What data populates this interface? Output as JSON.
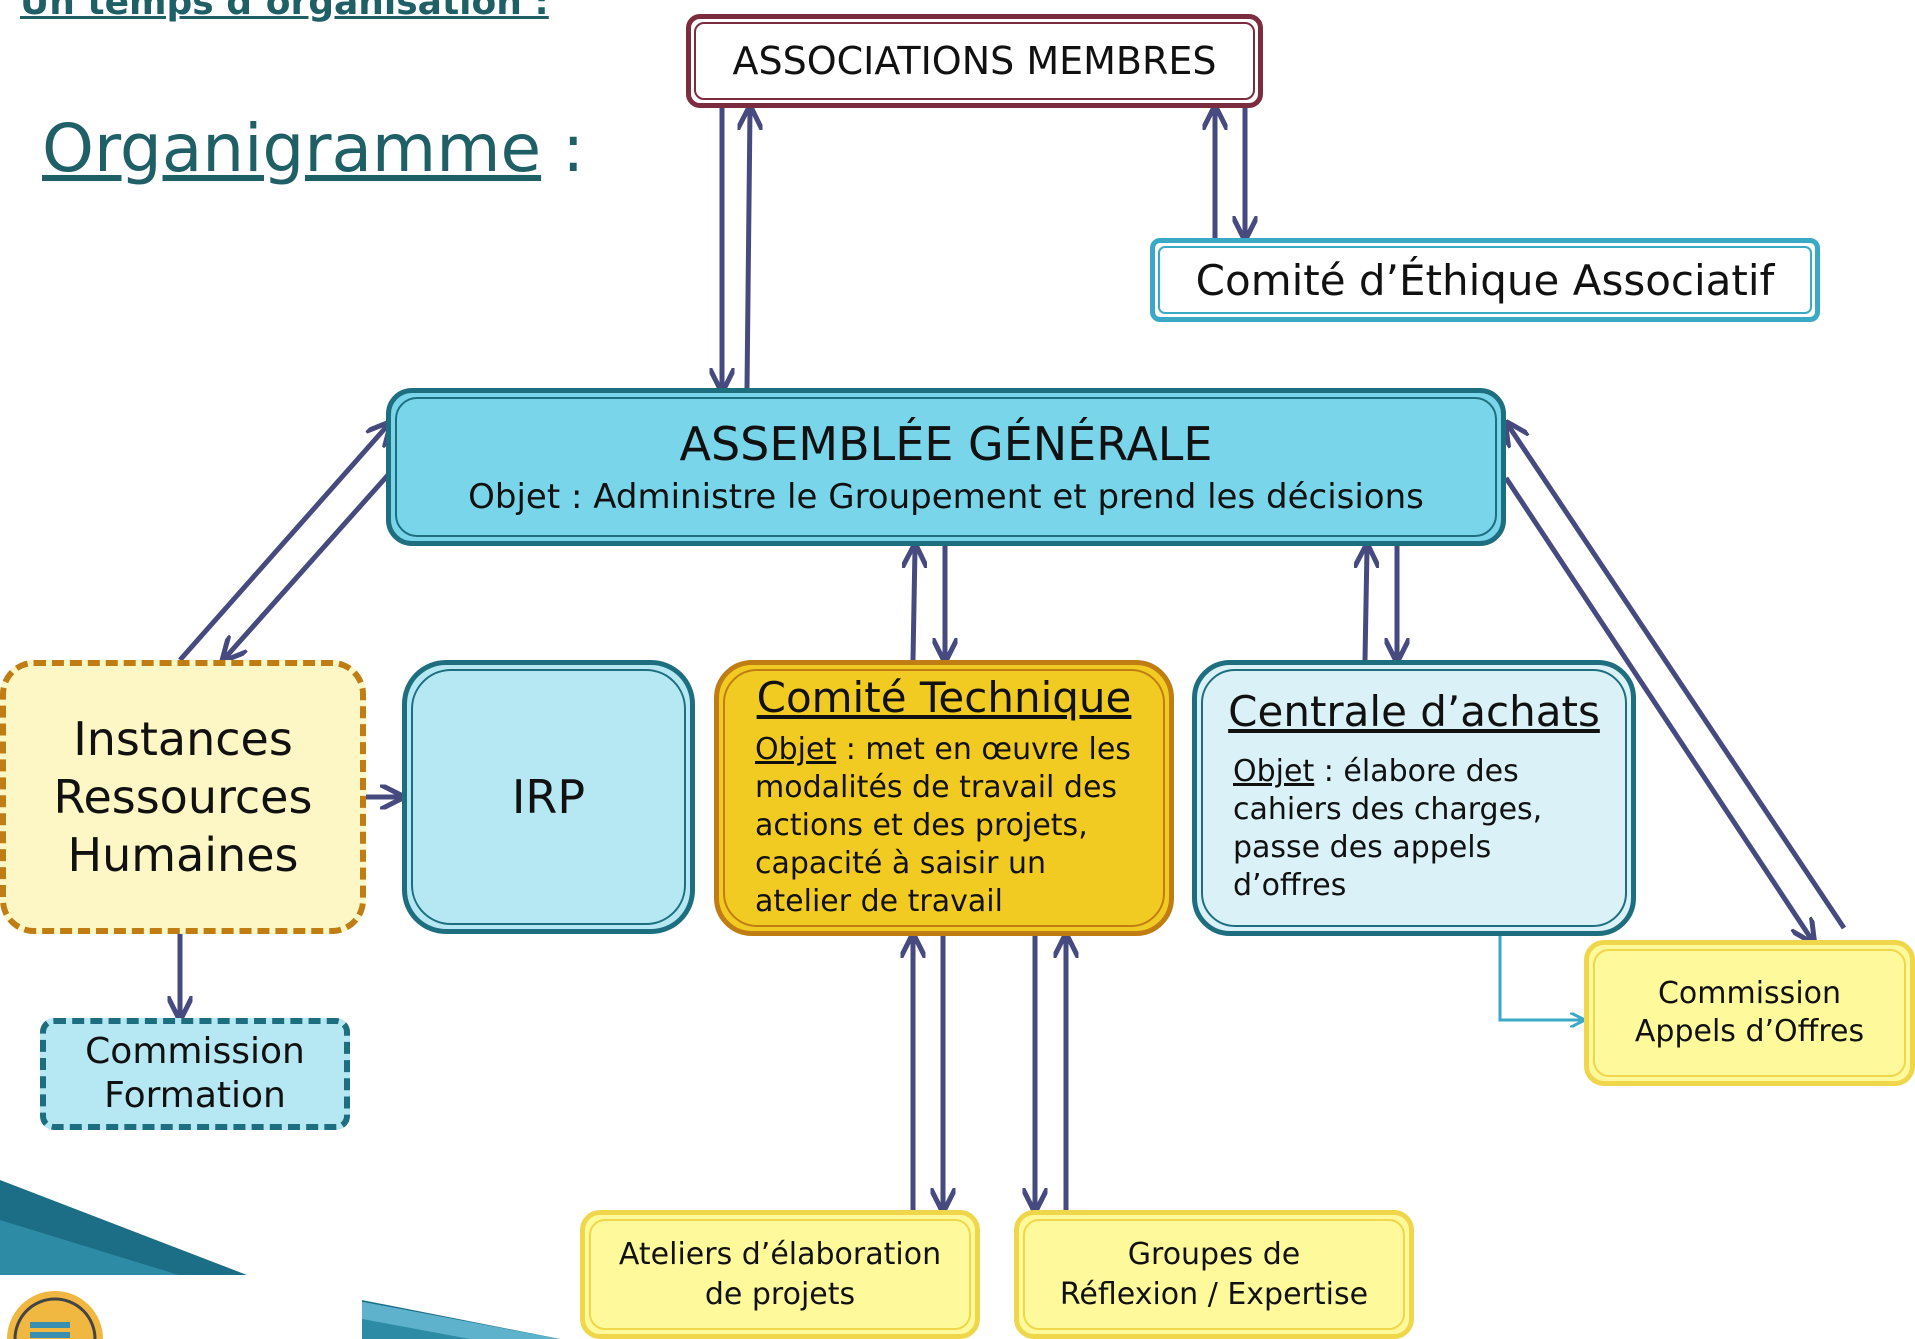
{
  "header": {
    "section_title": "Un temps d’organisation :",
    "page_title": "Organigramme",
    "page_title_colon": " :"
  },
  "nodes": {
    "associations": "ASSOCIATIONS MEMBRES",
    "ethique": "Comité d’Éthique Associatif",
    "assemblee": {
      "title": "ASSEMBLÉE GÉNÉRALE",
      "object": "Objet : Administre le Groupement et prend les décisions"
    },
    "instances_rh": [
      "Instances",
      "Ressources",
      "Humaines"
    ],
    "irp": "IRP",
    "comite_technique": {
      "title": "Comité Technique",
      "object_label": "Objet",
      "object_text": " : met en œuvre les modalités de travail des actions et des projets, capacité à saisir un atelier de travail"
    },
    "centrale_achats": {
      "title": "Centrale d’achats",
      "object_label": "Objet",
      "object_text": " : élabore des cahiers des charges, passe des appels d’offres"
    },
    "commission_formation": [
      "Commission",
      "Formation"
    ],
    "commission_appels_offres": [
      "Commission",
      "Appels d’Offres"
    ],
    "ateliers": [
      "Ateliers d’élaboration",
      "de projets"
    ],
    "groupes": [
      "Groupes de",
      "Réflexion / Expertise"
    ]
  },
  "colors": {
    "teal_dark": "#1d6f80",
    "arrow": "#474a7f",
    "title_teal": "#1f5f66",
    "orange_border": "#c07d14",
    "yellow_fill": "#fefa9c",
    "ct_fill": "#f2cb22",
    "ag_fill": "#79d5e9",
    "maroon": "#7b2d3f",
    "light_blue_border": "#3aa9c6"
  }
}
